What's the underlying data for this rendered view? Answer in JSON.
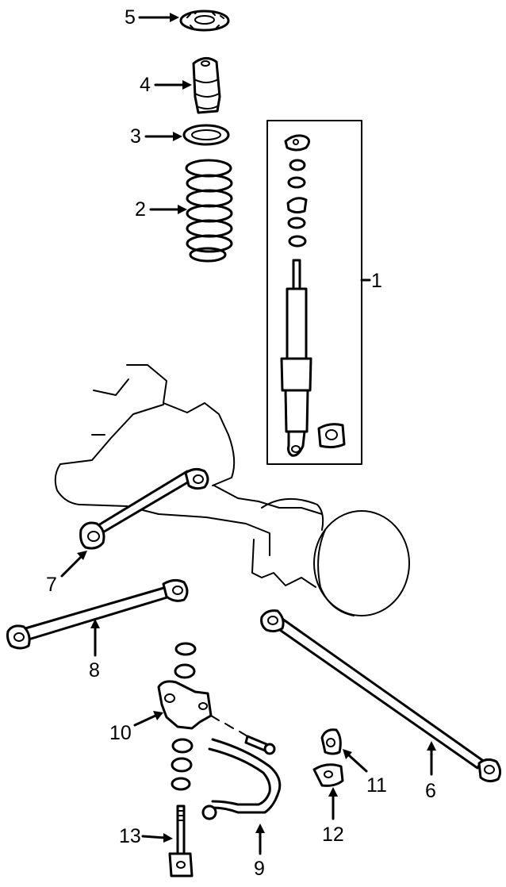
{
  "diagram": {
    "callouts": [
      {
        "id": "5",
        "label": "5"
      },
      {
        "id": "4",
        "label": "4"
      },
      {
        "id": "3",
        "label": "3"
      },
      {
        "id": "2",
        "label": "2"
      },
      {
        "id": "1",
        "label": "1"
      },
      {
        "id": "7",
        "label": "7"
      },
      {
        "id": "8",
        "label": "8"
      },
      {
        "id": "10",
        "label": "10"
      },
      {
        "id": "11",
        "label": "11"
      },
      {
        "id": "6",
        "label": "6"
      },
      {
        "id": "12",
        "label": "12"
      },
      {
        "id": "13",
        "label": "13"
      },
      {
        "id": "9",
        "label": "9"
      }
    ]
  }
}
